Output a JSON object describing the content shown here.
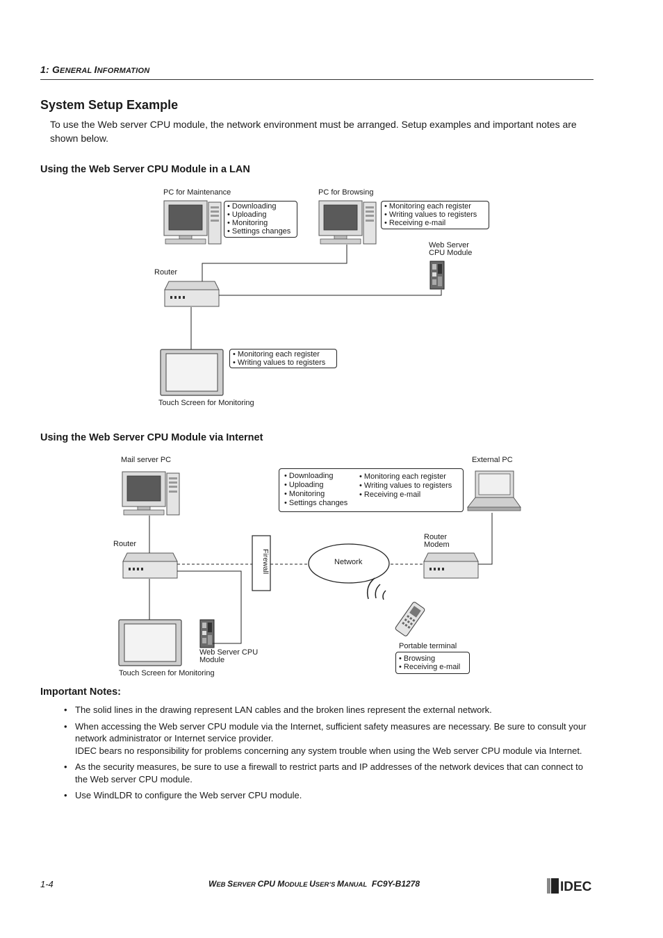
{
  "header": {
    "chapter_num": "1: ",
    "chapter_G": "G",
    "chapter_eneral": "ENERAL ",
    "chapter_I": "I",
    "chapter_nformation": "NFORMATION"
  },
  "section": {
    "title": "System Setup Example",
    "intro": "To use the Web server CPU module, the network environment must be arranged. Setup examples and important notes are shown below."
  },
  "lan": {
    "heading": "Using the Web Server CPU Module in a LAN",
    "pc_maintenance": "PC for Maintenance",
    "pc_browsing": "PC for Browsing",
    "router": "Router",
    "web_server_1": "Web Server",
    "web_server_2": "CPU Module",
    "touch_screen": "Touch Screen for Monitoring",
    "maint_items": [
      "• Downloading",
      "• Uploading",
      "• Monitoring",
      "• Settings changes"
    ],
    "browse_items": [
      "• Monitoring each register",
      "• Writing values to registers",
      "• Receiving e-mail"
    ],
    "touch_items": [
      "• Monitoring each register",
      "• Writing values to registers"
    ]
  },
  "internet": {
    "heading": "Using the Web Server CPU Module via Internet",
    "mail_server": "Mail server PC",
    "external_pc": "External PC",
    "router": "Router",
    "router_modem_1": "Router",
    "router_modem_2": "Modem",
    "firewall": "Firewall",
    "network": "Network",
    "portable": "Portable terminal",
    "web_server_1": "Web Server CPU",
    "web_server_2": "Module",
    "touch_screen": "Touch Screen for Monitoring",
    "ops_left": [
      "• Downloading",
      "• Uploading",
      "• Monitoring",
      "• Settings changes"
    ],
    "ops_right": [
      "• Monitoring each register",
      "• Writing values to registers",
      "• Receiving e-mail"
    ],
    "portable_items": [
      "• Browsing",
      "• Receiving e-mail"
    ]
  },
  "notes": {
    "heading": "Important Notes:",
    "items": [
      "The solid lines in the drawing represent LAN cables and the broken lines represent the external network.",
      "When accessing the Web server CPU module via the Internet, sufficient safety measures are necessary. Be sure to consult your network administrator or Internet service provider.",
      "IDEC bears no responsibility for problems concerning any system trouble when using the Web server CPU module via Internet.",
      "As the security measures, be sure to use a firewall to restrict parts and IP addresses of the network devices that can connect to the Web server CPU module.",
      "Use WindLDR to configure the Web server CPU module."
    ]
  },
  "footer": {
    "page": "1-4",
    "W": "W",
    "eb": "EB ",
    "S": "S",
    "erver": "ERVER ",
    "cpu": "CPU ",
    "M": "M",
    "odule": "ODULE ",
    "U": "U",
    "sers": "SER’S ",
    "M2": "M",
    "anual": "ANUAL",
    "code": "FC9Y-B1278",
    "logo": "IDEC"
  }
}
